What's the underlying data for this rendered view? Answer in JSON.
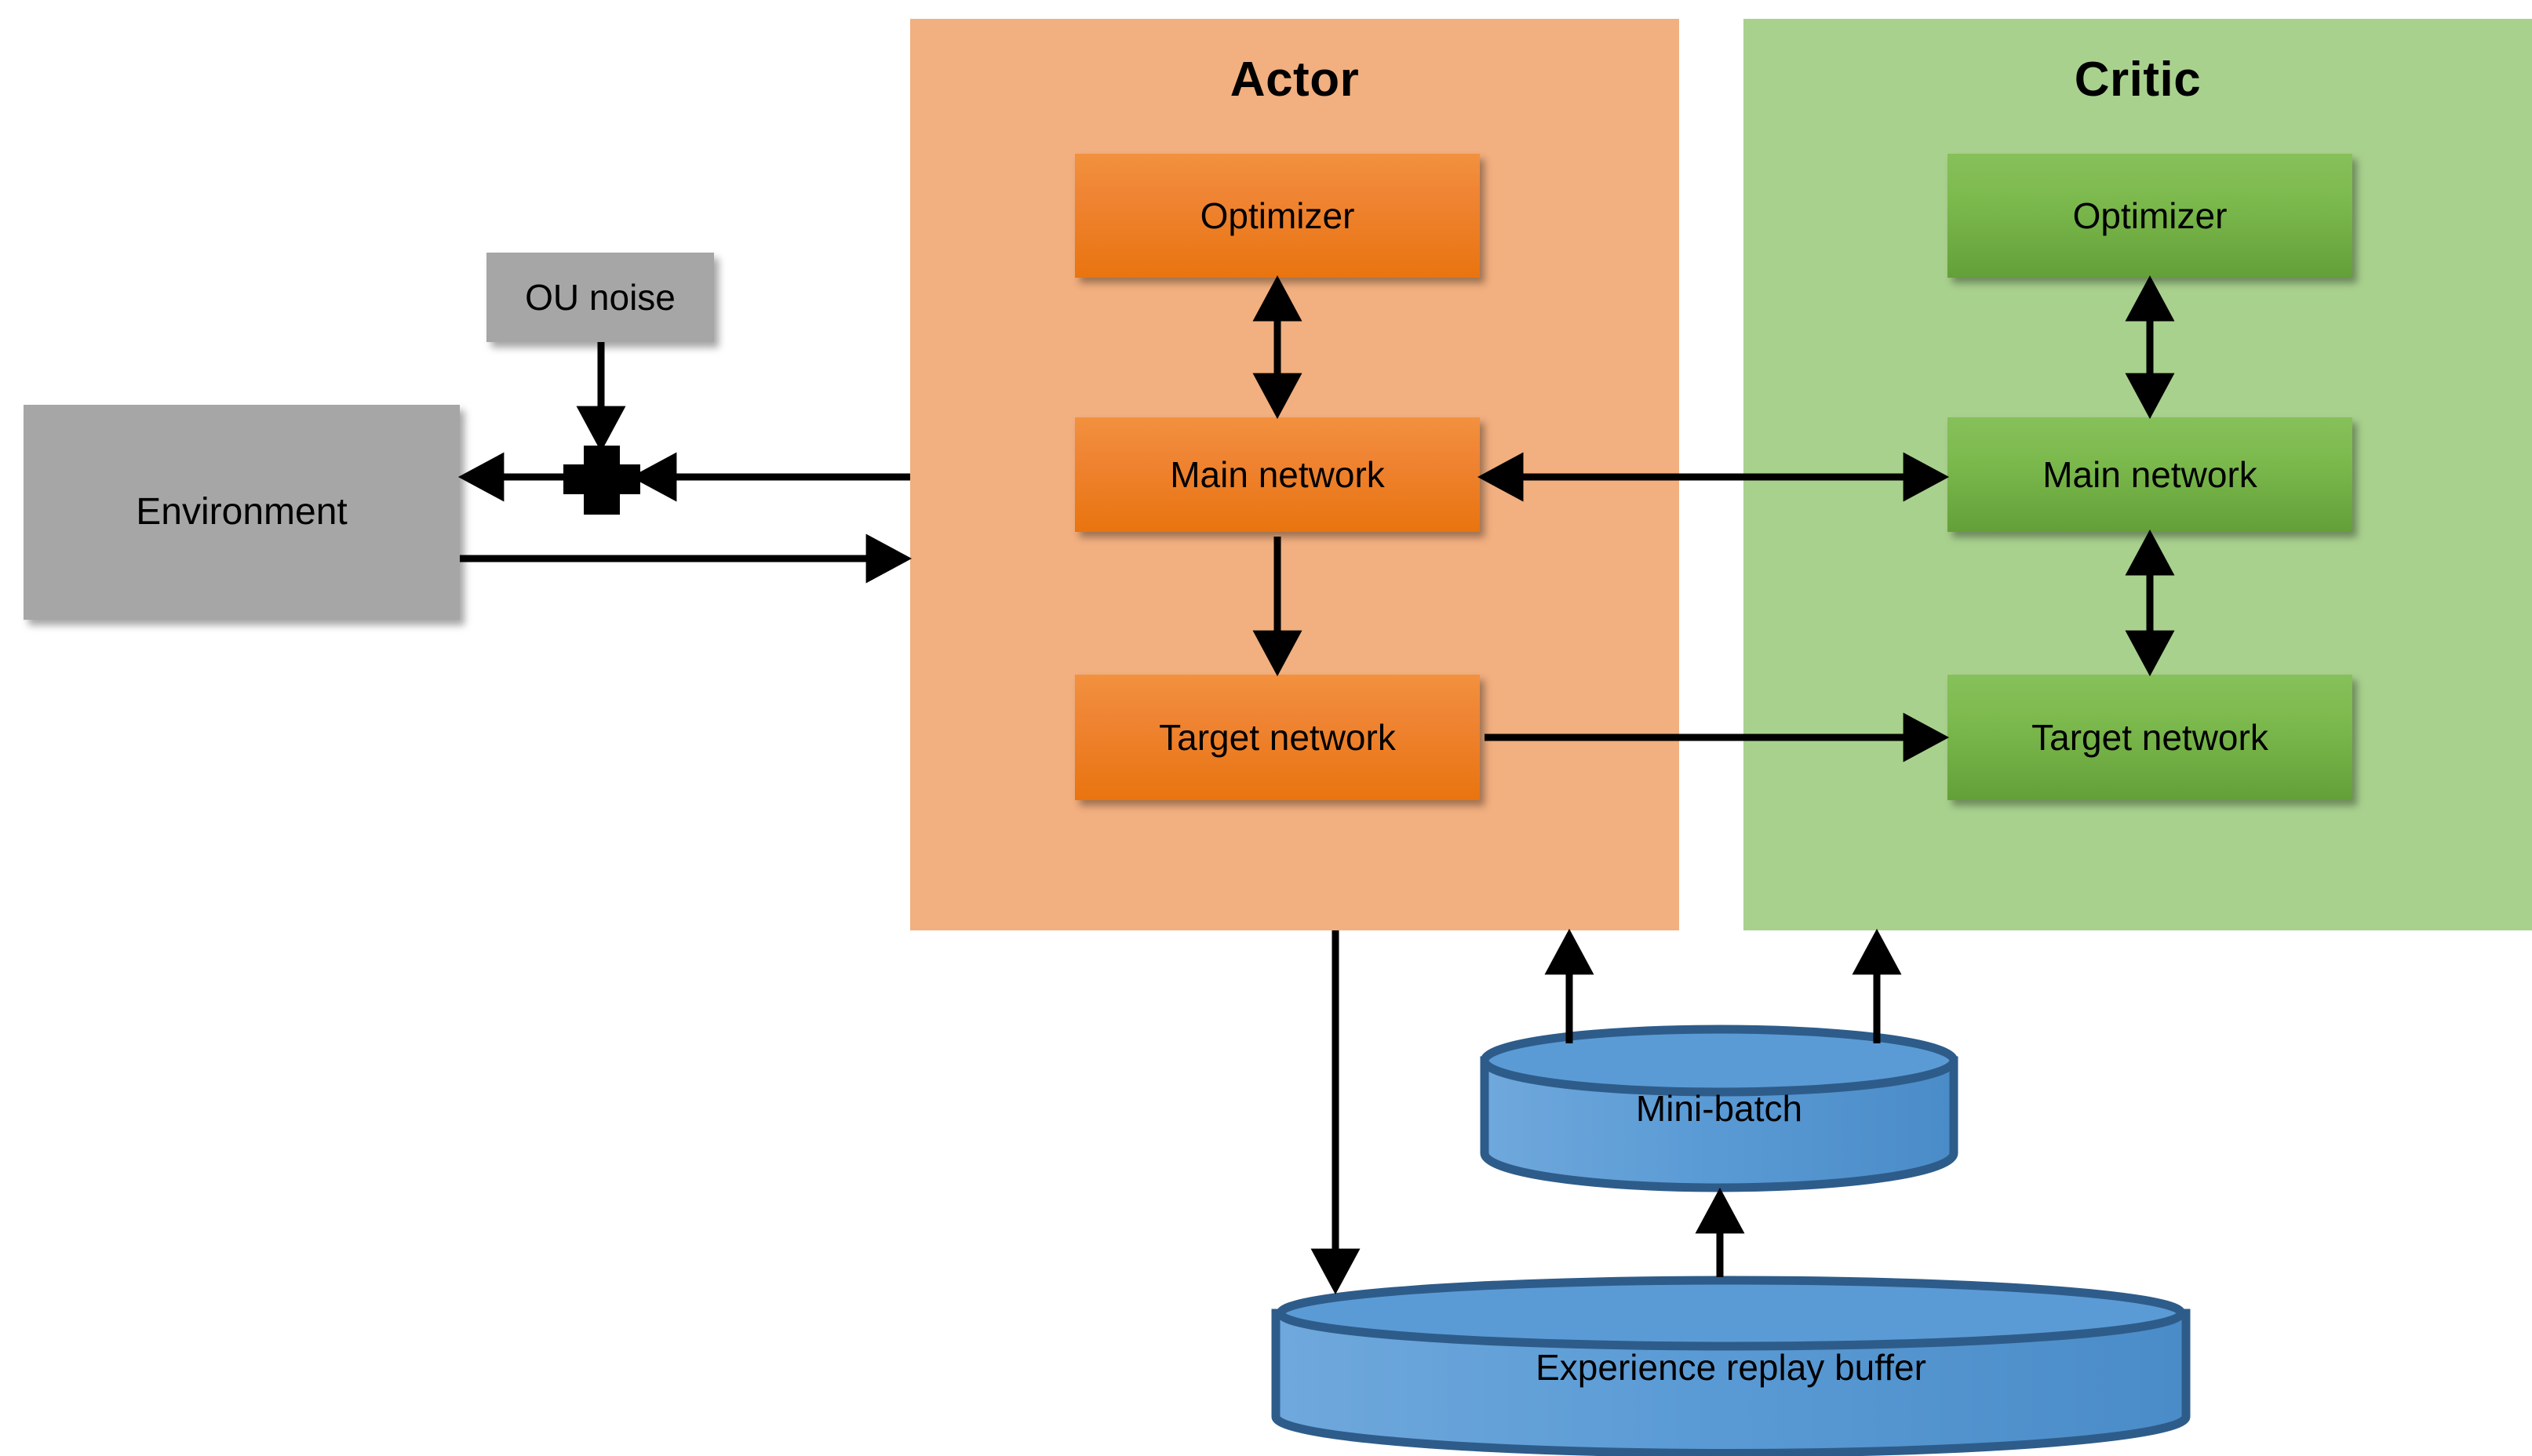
{
  "diagram": {
    "title_actor": "Actor",
    "title_critic": "Critic",
    "colors": {
      "actor_panel": "#F2AF7F",
      "critic_panel": "#A9D18E",
      "actor_box": "#ED7D31",
      "critic_box": "#70AD47",
      "gray_box": "#A6A6A6",
      "cylinder_fill": "#5B9BD5",
      "cylinder_stroke": "#2E5C8A",
      "arrow": "#000000"
    }
  },
  "environment": {
    "label": "Environment"
  },
  "noise": {
    "label": "OU noise"
  },
  "adder": {
    "symbol": "+"
  },
  "actor": {
    "title": "Actor",
    "optimizer": "Optimizer",
    "main_network": "Main network",
    "target_network": "Target network"
  },
  "critic": {
    "title": "Critic",
    "optimizer": "Optimizer",
    "main_network": "Main network",
    "target_network": "Target network"
  },
  "memory": {
    "mini_batch": "Mini-batch",
    "replay_buffer": "Experience replay buffer"
  }
}
